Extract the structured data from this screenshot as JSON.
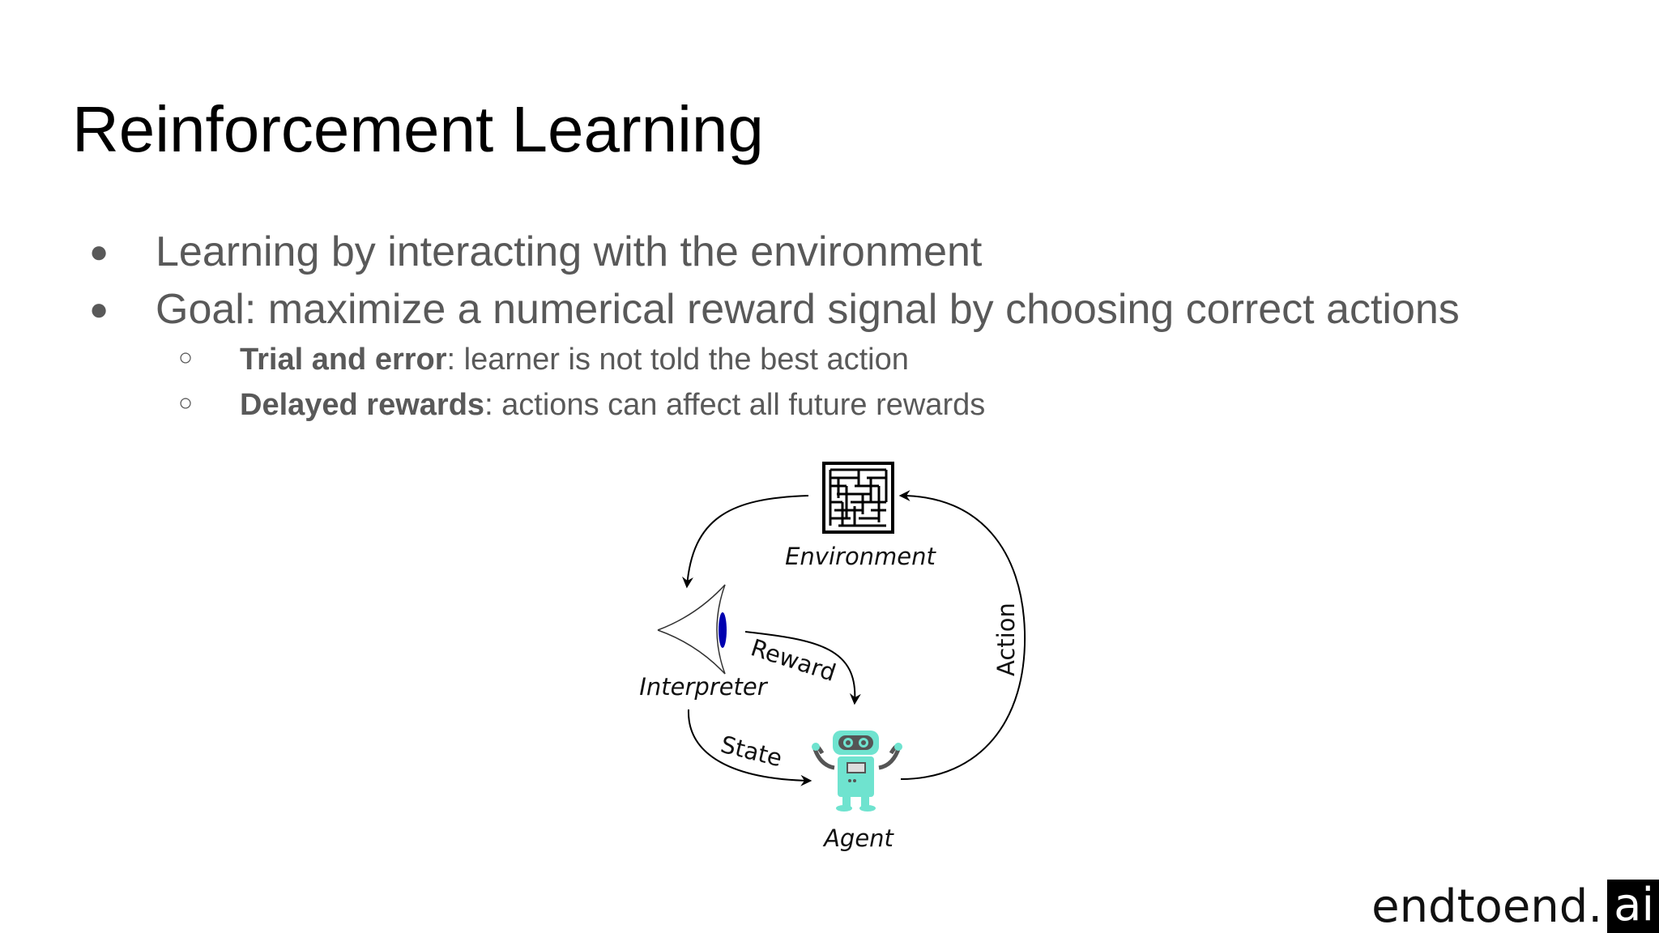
{
  "slide": {
    "title": "Reinforcement Learning",
    "bullets": [
      {
        "text": "Learning by interacting with the environment"
      },
      {
        "text": "Goal: maximize a numerical reward signal by choosing correct actions"
      }
    ],
    "sub_bullets": [
      {
        "bold": "Trial and error",
        "rest": ": learner is not told the best action"
      },
      {
        "bold": "Delayed rewards",
        "rest": ": actions can affect all future rewards"
      }
    ],
    "bullet_symbol": "●",
    "sub_bullet_symbol": "○"
  },
  "diagram": {
    "labels": {
      "environment": "Environment",
      "interpreter": "Interpreter",
      "agent": "Agent",
      "reward": "Reward",
      "state": "State",
      "action": "Action"
    },
    "icons": [
      "maze-icon",
      "eye-icon",
      "robot-icon"
    ],
    "colors": {
      "robot": "#6fe3cf",
      "eye_pupil": "#0000b0",
      "arrows": "#000000"
    }
  },
  "logo": {
    "text": "endtoend.",
    "box_text": "ai"
  }
}
